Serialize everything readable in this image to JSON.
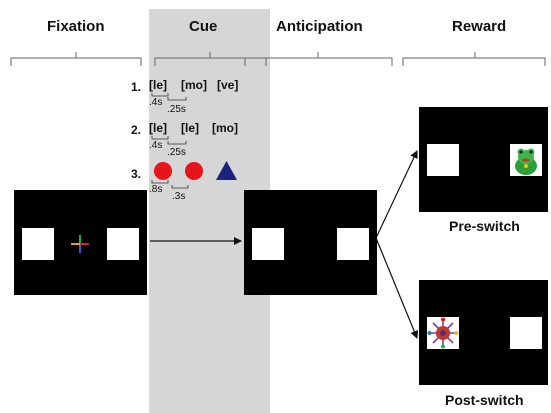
{
  "phases": {
    "fixation": "Fixation",
    "cue": "Cue",
    "anticipation": "Anticipation",
    "reward": "Reward"
  },
  "cue_rows": [
    {
      "number": "1.",
      "syllables": [
        "[le]",
        "[mo]",
        "[ve]"
      ],
      "timings": [
        ".4s",
        ".25s"
      ]
    },
    {
      "number": "2.",
      "syllables": [
        "[le]",
        "[le]",
        "[mo]"
      ],
      "timings": [
        ".4s",
        ".25s"
      ]
    },
    {
      "number": "3.",
      "shapes": [
        "red-circle",
        "red-circle",
        "blue-triangle"
      ],
      "timings": [
        ".8s",
        ".3s"
      ]
    }
  ],
  "reward_captions": {
    "pre_switch": "Pre-switch",
    "post_switch": "Post-switch"
  },
  "colors": {
    "cue_background": "#d6d6d6",
    "screen": "#000000",
    "circle": "#e8141c",
    "triangle": "#1a237e"
  },
  "icons": {
    "pre_switch_reward": "green-frog-toy-icon",
    "post_switch_reward": "spiky-toy-icon"
  }
}
